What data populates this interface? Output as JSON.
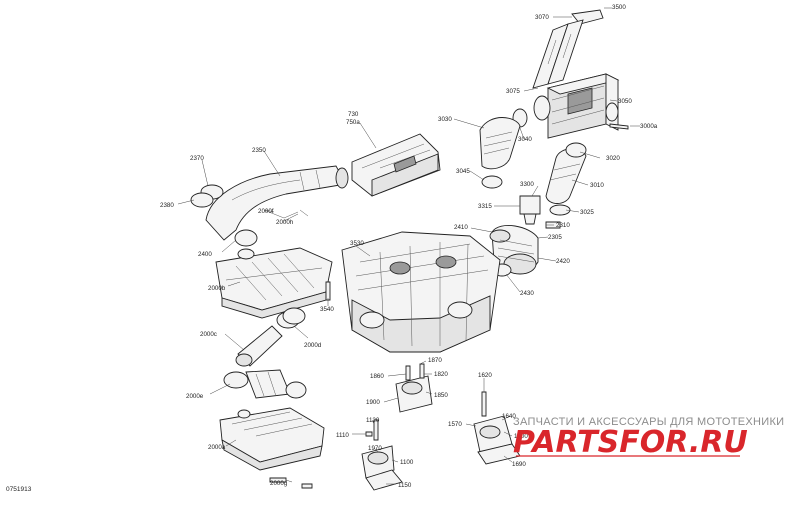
{
  "diagram": {
    "figure_id": "0751913",
    "watermark": {
      "tagline": "ЗАПЧАСТИ И АКСЕССУАРЫ ДЛЯ МОТОТЕХНИКИ",
      "logo_text": "PARTSFOR.RU"
    },
    "callouts": {
      "c3070": "3070",
      "c3500": "3500",
      "c3075": "3075",
      "c3050": "3050",
      "c3000a": "3000a",
      "c3030": "3030",
      "c3040": "3040",
      "c3020": "3020",
      "c3045": "3045",
      "c3300": "3300",
      "c3010": "3010",
      "c3315": "3315",
      "c3025": "3025",
      "c2310": "2310",
      "c2410": "2410",
      "c2305": "2305",
      "c2420": "2420",
      "c2430": "2430",
      "c730": "730",
      "c750a": "750a",
      "c2370": "2370",
      "c2350": "2350",
      "c2380": "2380",
      "c2000f": "2000f",
      "c2000h": "2000h",
      "c2400": "2400",
      "c3530": "3530",
      "c2000b": "2000b",
      "c3540": "3540",
      "c2000c": "2000c",
      "c2000d": "2000d",
      "c2000e": "2000e",
      "c2000a": "2000a",
      "c2000g": "2000g",
      "c1870": "1870",
      "c1860": "1860",
      "c1820": "1820",
      "c1850": "1850",
      "c1900": "1900",
      "c1120": "1120",
      "c1110": "1110",
      "c1970": "1970",
      "c1100": "1100",
      "c1150": "1150",
      "c1620": "1620",
      "c1570": "1570",
      "c1640": "1640",
      "c1600": "1600",
      "c1690": "1690"
    }
  }
}
